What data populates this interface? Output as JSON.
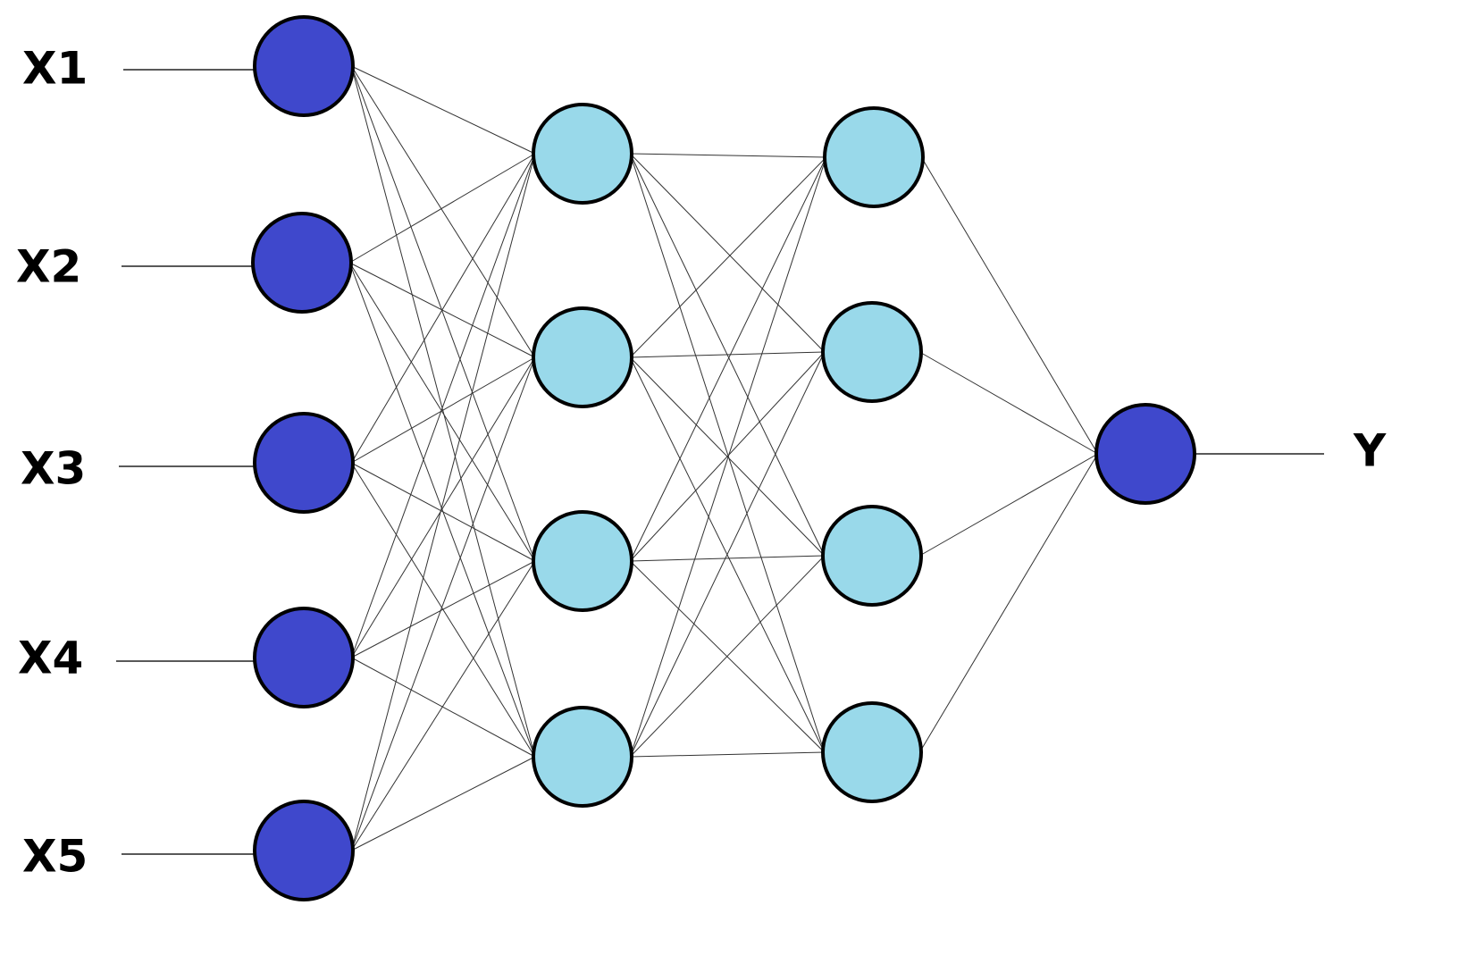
{
  "colors": {
    "input_output_node": "#3f48cc",
    "hidden_node": "#99d9ea",
    "outline": "#000000"
  },
  "inputs": [
    {
      "label": "X1"
    },
    {
      "label": "X2"
    },
    {
      "label": "X3"
    },
    {
      "label": "X4"
    },
    {
      "label": "X5"
    }
  ],
  "hidden_layers": [
    {
      "node_count": 4
    },
    {
      "node_count": 4
    }
  ],
  "output": {
    "label": "Y"
  }
}
